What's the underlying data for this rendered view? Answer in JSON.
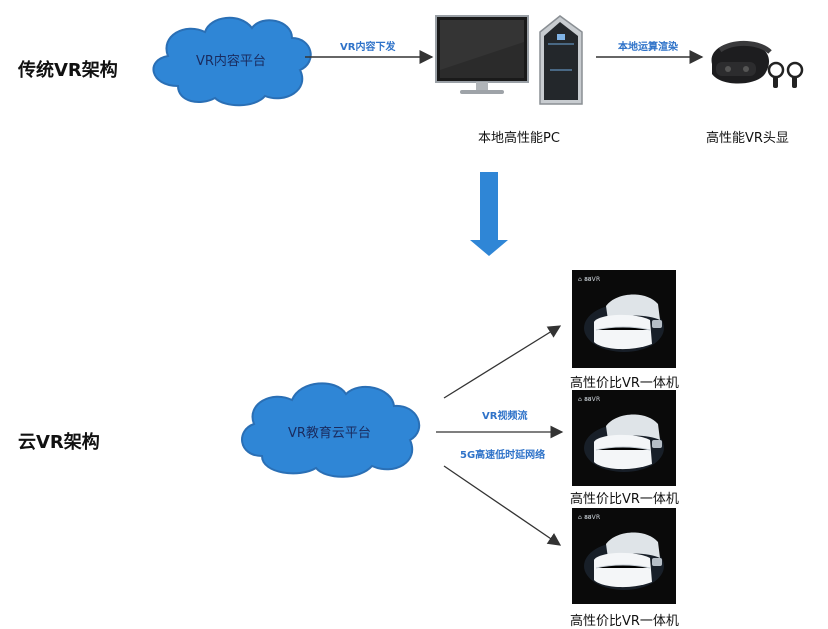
{
  "traditional": {
    "section_title": "传统VR架构",
    "cloud_label": "VR内容平台",
    "arrow1_label": "VR内容下发",
    "pc_caption": "本地高性能PC",
    "arrow2_label": "本地运算渲染",
    "headset_caption": "高性能VR头显"
  },
  "cloud_vr": {
    "section_title": "云VR架构",
    "cloud_label": "VR教育云平台",
    "stream_label": "VR视频流",
    "network_label": "5G高速低时延网络",
    "devices": [
      {
        "caption": "高性价比VR一体机",
        "logo": "⌂ 𝟖𝟖VR"
      },
      {
        "caption": "高性价比VR一体机",
        "logo": "⌂ 𝟖𝟖VR"
      },
      {
        "caption": "高性价比VR一体机",
        "logo": "⌂ 𝟖𝟖VR"
      }
    ]
  },
  "colors": {
    "cloud_fill": "#2f86d6",
    "cloud_stroke": "#2a6fb5",
    "transition_arrow": "#2f86d6",
    "arrow_line": "#333333"
  }
}
